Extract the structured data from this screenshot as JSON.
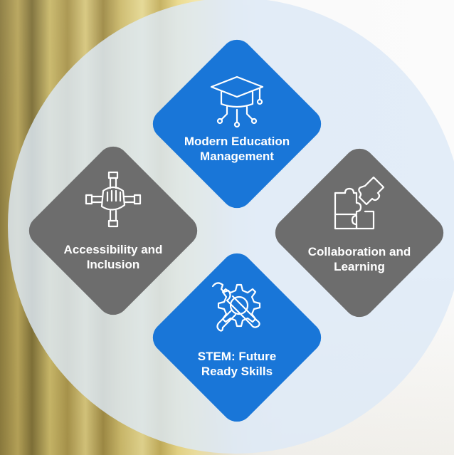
{
  "colors": {
    "blue": "#1976D8",
    "gray": "#6D6D6D",
    "circle": "#DDE9F6",
    "text": "#FFFFFF"
  },
  "tiles": {
    "top": {
      "label": "Modern Education\nManagement",
      "icon": "graduation-cap-circuit-icon",
      "color": "blue"
    },
    "left": {
      "label": "Accessibility and\nInclusion",
      "icon": "joined-hands-icon",
      "color": "gray"
    },
    "right": {
      "label": "Collaboration and\nLearning",
      "icon": "puzzle-pieces-icon",
      "color": "gray"
    },
    "bottom": {
      "label": "STEM: Future\nReady Skills",
      "icon": "gear-wrench-icon",
      "color": "blue"
    }
  }
}
